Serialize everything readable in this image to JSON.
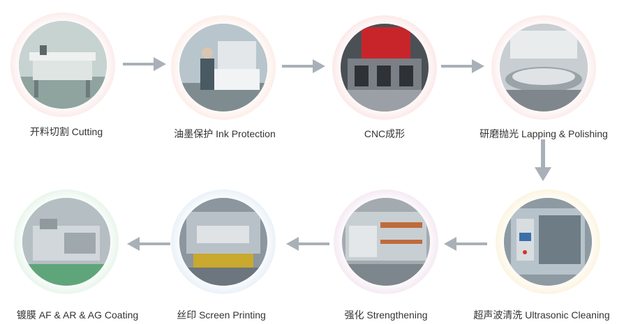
{
  "steps": [
    {
      "label": "开料切割 Cutting",
      "ring": "#f6c9c9",
      "photo": "#b6c4c2",
      "icon": "cutting-machine-photo"
    },
    {
      "label": "油墨保护 Ink Protection",
      "ring": "#f8cfc0",
      "photo": "#a9b8c2",
      "icon": "ink-protection-photo"
    },
    {
      "label": "CNC成形",
      "ring": "#f7c1c1",
      "photo": "#5c6166",
      "icon": "cnc-machine-photo"
    },
    {
      "label": "研磨抛光  Lapping & Polishing",
      "ring": "#f7c8c8",
      "photo": "#b2b7bb",
      "icon": "polishing-machine-photo"
    },
    {
      "label": "超声波清洗 Ultrasonic Cleaning",
      "ring": "#f7e1a8",
      "photo": "#8c98a0",
      "icon": "ultrasonic-cleaner-photo"
    },
    {
      "label": "强化 Strengthening",
      "ring": "#e2c4dd",
      "photo": "#9da5ab",
      "icon": "strengthening-furnace-photo"
    },
    {
      "label": "丝印 Screen Printing",
      "ring": "#c3d8ec",
      "photo": "#8e98a1",
      "icon": "screen-printing-photo"
    },
    {
      "label": "镀膜 AF & AR & AG Coating",
      "ring": "#bfe4c9",
      "photo": "#a8b2b6",
      "icon": "coating-line-photo"
    }
  ],
  "arrow_color": "#a9b0b8"
}
